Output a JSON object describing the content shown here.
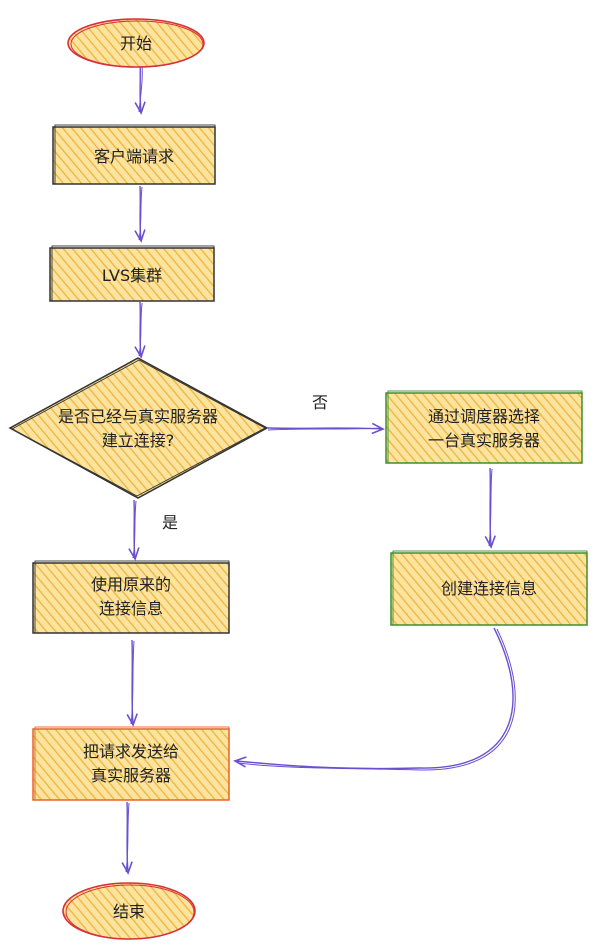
{
  "colors": {
    "fill": "#f5c54a",
    "hatch": "#f0b43a",
    "border_dark": "#333333",
    "border_red": "#d6303a",
    "border_green": "#3f8f2e",
    "border_orange": "#e8642a",
    "arrow": "#6a4fd0"
  },
  "nodes": {
    "start": {
      "label": "开始"
    },
    "client_request": {
      "label": "客户端请求"
    },
    "lvs_cluster": {
      "label": "LVS集群"
    },
    "decision": {
      "line1": "是否已经与真实服务器",
      "line2": "建立连接?"
    },
    "use_original": {
      "line1": "使用原来的",
      "line2": "连接信息"
    },
    "select_server": {
      "line1": "通过调度器选择",
      "line2": "一台真实服务器"
    },
    "create_conn": {
      "label": "创建连接信息"
    },
    "send_request": {
      "line1": "把请求发送给",
      "line2": "真实服务器"
    },
    "end": {
      "label": "结束"
    }
  },
  "edges": {
    "no_label": "否",
    "yes_label": "是"
  }
}
